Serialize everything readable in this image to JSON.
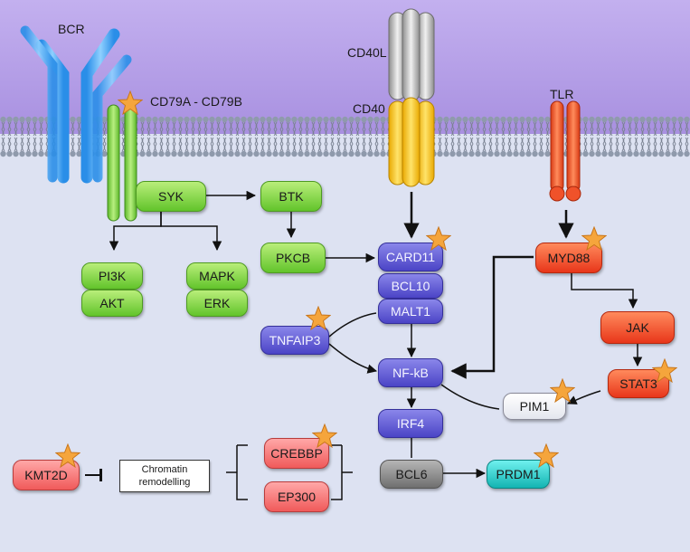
{
  "labels": {
    "bcr": "BCR",
    "cd79": "CD79A - CD79B",
    "cd40l": "CD40L",
    "cd40": "CD40",
    "tlr": "TLR"
  },
  "nodes": {
    "syk": "SYK",
    "btk": "BTK",
    "pi3k": "PI3K",
    "akt": "AKT",
    "mapk": "MAPK",
    "erk": "ERK",
    "pkcb": "PKCB",
    "card11": "CARD11",
    "bcl10": "BCL10",
    "malt1": "MALT1",
    "tnfaip3": "TNFAIP3",
    "nfkb": "NF-kB",
    "irf4": "IRF4",
    "bcl6": "BCL6",
    "prdm1": "PRDM1",
    "myd88": "MYD88",
    "jak": "JAK",
    "stat3": "STAT3",
    "pim1": "PIM1",
    "crebbp": "CREBBP",
    "ep300": "EP300",
    "kmt2d": "KMT2D",
    "chromatin_line1": "Chromatin",
    "chromatin_line2": "remodelling"
  },
  "colors": {
    "membrane_top": "#b9a4ea",
    "membrane_mid": "#9f8ad6",
    "cytoplasm": "#dde2f2",
    "star": "#f5a53c"
  }
}
